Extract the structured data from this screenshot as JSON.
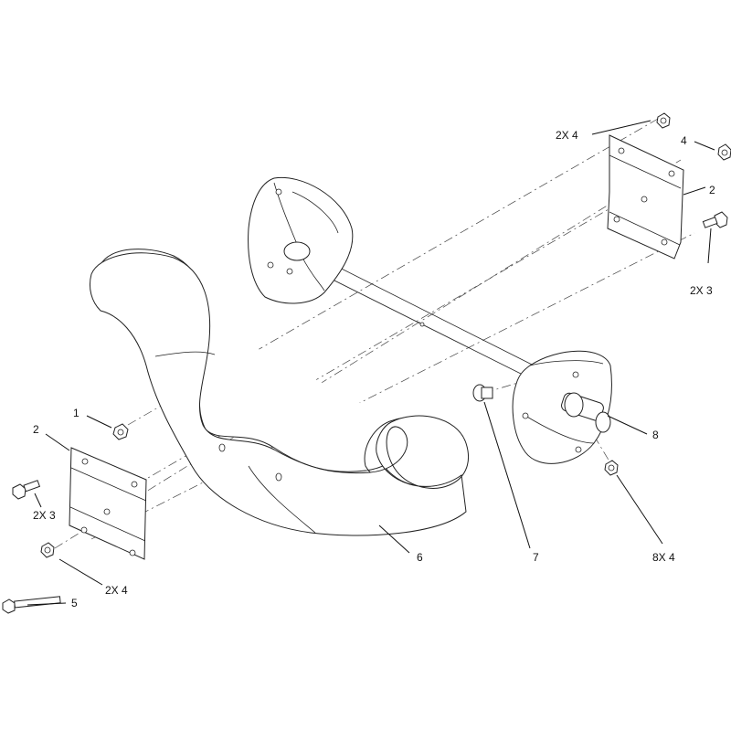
{
  "callouts": {
    "c1": "1",
    "c2_left": "2",
    "c2_right": "2",
    "c3_left": "2X 3",
    "c3_right": "2X 3",
    "c4_left": "2X 4",
    "c4_top": "2X 4",
    "c4_single": "4",
    "c5": "5",
    "c6": "6",
    "c7": "7",
    "c8": "8",
    "c8x4": "8X 4"
  }
}
